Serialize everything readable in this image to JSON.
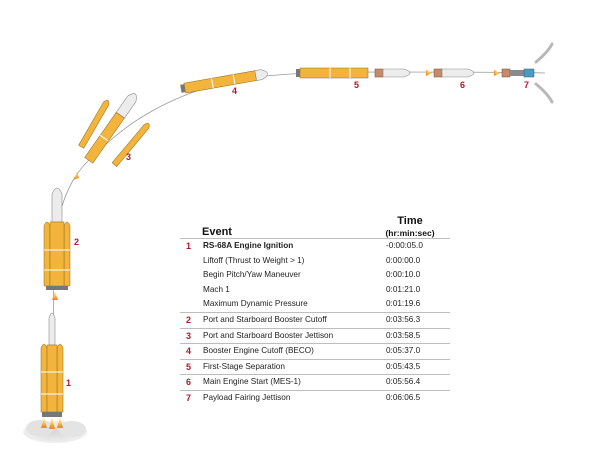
{
  "table": {
    "header_event": "Event",
    "header_time": "Time",
    "header_time_sub": "(hr:min:sec)",
    "rows": [
      {
        "num": "1",
        "event": "RS-68A Engine Ignition",
        "time": "-0:00:05.0"
      },
      {
        "num": "",
        "event": "Liftoff (Thrust to Weight > 1)",
        "time": "0:00:00.0"
      },
      {
        "num": "",
        "event": "Begin Pitch/Yaw Maneuver",
        "time": "0:00:10.0"
      },
      {
        "num": "",
        "event": "Mach 1",
        "time": "0:01:21.0"
      },
      {
        "num": "",
        "event": "Maximum Dynamic Pressure",
        "time": "0:01:19.6"
      },
      {
        "num": "2",
        "event": "Port and Starboard Booster Cutoff",
        "time": "0:03:56.3"
      },
      {
        "num": "3",
        "event": "Port and Starboard Booster Jettison",
        "time": "0:03:58.5"
      },
      {
        "num": "4",
        "event": "Booster Engine Cutoff (BECO)",
        "time": "0:05:37.0"
      },
      {
        "num": "5",
        "event": "First-Stage Separation",
        "time": "0:05:43.5"
      },
      {
        "num": "6",
        "event": "Main Engine Start (MES-1)",
        "time": "0:05:56.4"
      },
      {
        "num": "7",
        "event": "Payload Fairing Jettison",
        "time": "0:06:06.5"
      }
    ]
  },
  "stage_labels": [
    "1",
    "2",
    "3",
    "4",
    "5",
    "6",
    "7"
  ],
  "colors": {
    "booster_orange": "#f3b43c",
    "label_red": "#b5152b",
    "trajectory": "#9a9a9a",
    "rocket_white": "#ececec",
    "exhaust": "#f08a24"
  }
}
